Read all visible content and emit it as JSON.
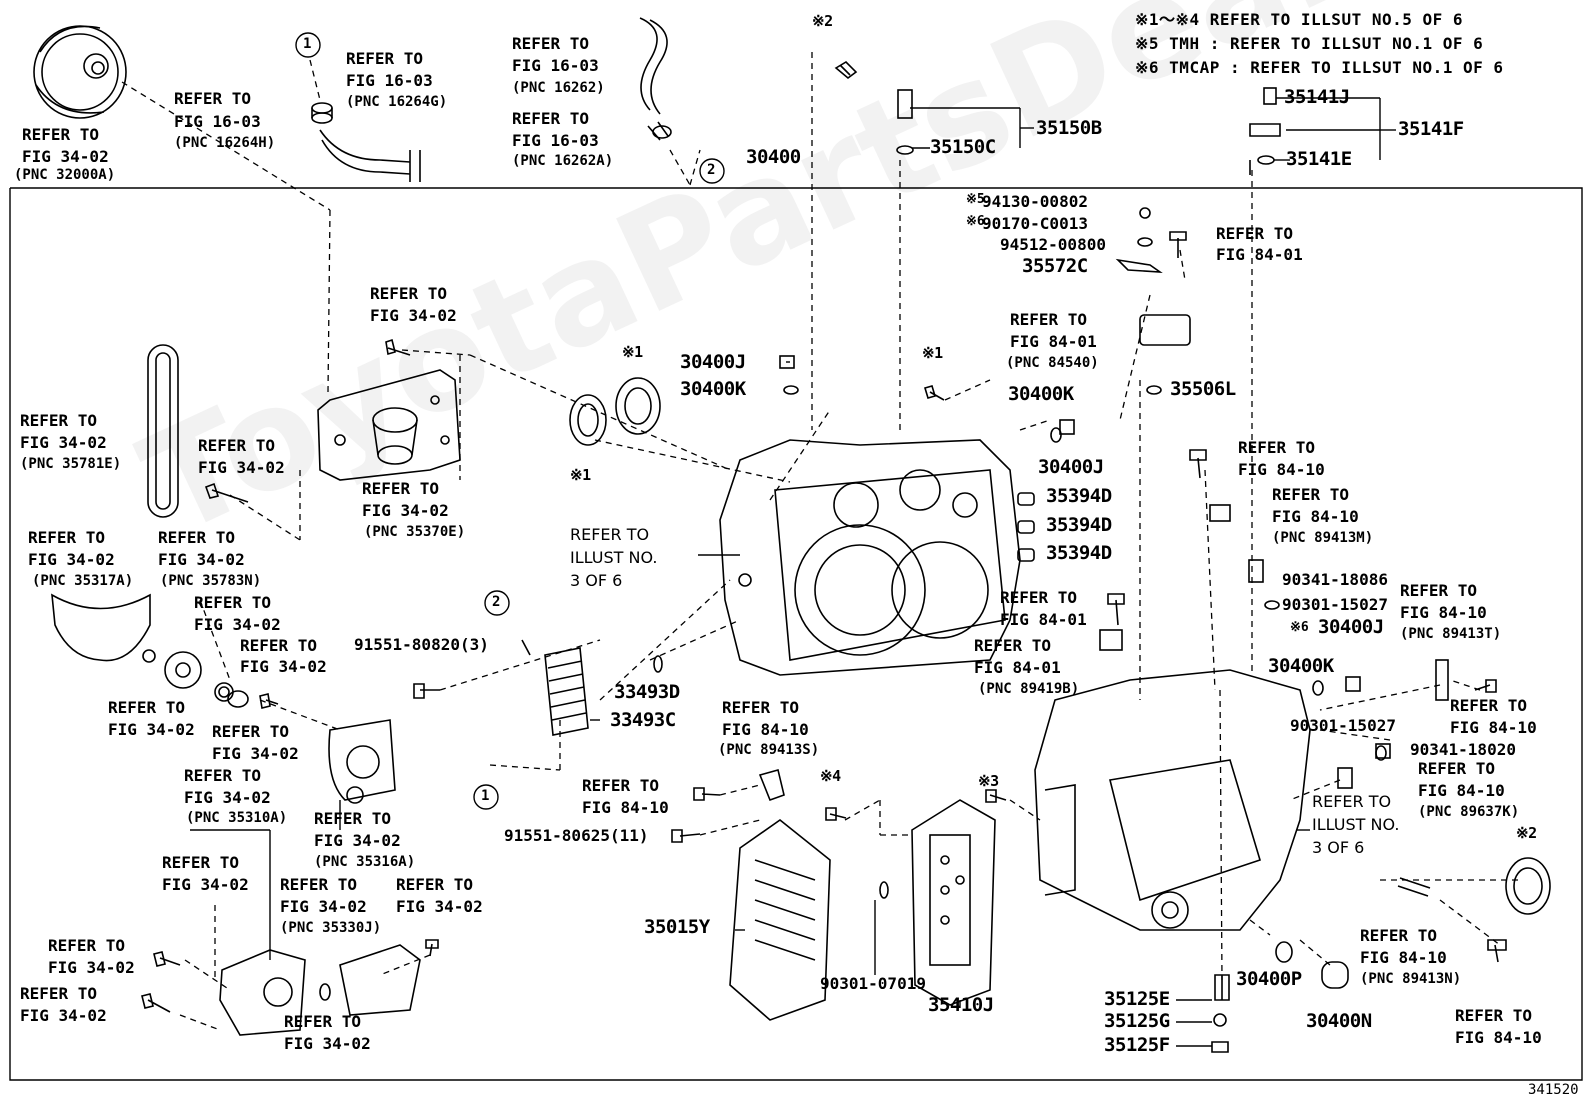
{
  "watermark": "ToyotaPartsDeal.ru",
  "figure_number": "341520",
  "notes": [
    "※1～※4 REFER TO ILLSUT NO.5 OF 6",
    "※5 TMH : REFER TO ILLSUT NO.1 OF 6",
    "※6 TMCAP : REFER TO ILLSUT NO.1 OF 6"
  ],
  "parts": {
    "p30400": "30400",
    "p30400J_a": "30400J",
    "p30400K_a": "30400K",
    "p30400K_b": "30400K",
    "p30400J_b": "30400J",
    "p30400J_c": "30400J",
    "p30400K_c": "30400K",
    "p30400P": "30400P",
    "p30400N": "30400N",
    "p35150B": "35150B",
    "p35150C": "35150C",
    "p35141J": "35141J",
    "p35141F": "35141F",
    "p35141E": "35141E",
    "p94130": "94130-00802",
    "p90170": "90170-C0013",
    "p94512": "94512-00800",
    "p35572C": "35572C",
    "p35506L": "35506L",
    "p35394D_1": "35394D",
    "p35394D_2": "35394D",
    "p35394D_3": "35394D",
    "p90341_18086": "90341-18086",
    "p90301_15027_a": "90301-15027",
    "p90301_15027_b": "90301-15027",
    "p90341_18020": "90341-18020",
    "p91551_80820": "91551-80820(3)",
    "p33493D": "33493D",
    "p33493C": "33493C",
    "p91551_80625": "91551-80625(11)",
    "p35015Y": "35015Y",
    "p90301_07019": "90301-07019",
    "p35410J": "35410J",
    "p35125E": "35125E",
    "p35125G": "35125G",
    "p35125F": "35125F"
  },
  "marks": {
    "m1a": "※1",
    "m1b": "※1",
    "m1c": "※1",
    "m2a": "※2",
    "m2b": "※2",
    "m3": "※3",
    "m4": "※4",
    "m5": "※5",
    "m6a": "※6",
    "m6b": "※6"
  },
  "circled": {
    "c1a": "1",
    "c1b": "1",
    "c2a": "2",
    "c2b": "2"
  },
  "refs": {
    "refer_to": "REFER TO",
    "fig_34_02": "FIG 34-02",
    "fig_16_03": "FIG 16-03",
    "fig_84_01": "FIG 84-01",
    "fig_84_10": "FIG 84-10",
    "illust_no": "ILLUST NO.",
    "three_of_six": "3 OF 6",
    "pnc_32000A": "(PNC 32000A)",
    "pnc_16264H": "(PNC 16264H)",
    "pnc_16264G": "(PNC 16264G)",
    "pnc_16262": "(PNC 16262)",
    "pnc_16262A": "(PNC 16262A)",
    "pnc_35781E": "(PNC 35781E)",
    "pnc_35370E": "(PNC 35370E)",
    "pnc_35317A": "(PNC 35317A)",
    "pnc_35783N": "(PNC 35783N)",
    "pnc_35310A": "(PNC 35310A)",
    "pnc_35316A": "(PNC 35316A)",
    "pnc_35330J": "(PNC 35330J)",
    "pnc_84540": "(PNC 84540)",
    "pnc_89413M": "(PNC 89413M)",
    "pnc_89413T": "(PNC 89413T)",
    "pnc_89419B": "(PNC 89419B)",
    "pnc_89413S": "(PNC 89413S)",
    "pnc_89637K": "(PNC 89637K)",
    "pnc_89413N": "(PNC 89413N)"
  }
}
